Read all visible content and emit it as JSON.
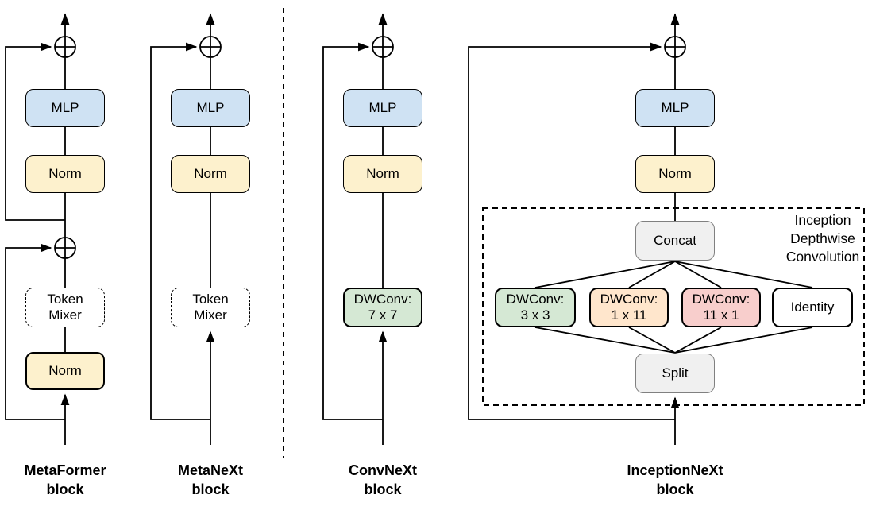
{
  "diagram": {
    "boxes": {
      "mlp": "MLP",
      "norm": "Norm",
      "token_mixer": {
        "line1": "Token",
        "line2": "Mixer"
      },
      "dwconv_7x7": {
        "line1": "DWConv:",
        "line2": "7 x 7"
      },
      "concat": "Concat",
      "split": "Split",
      "dwconv_3x3": {
        "line1": "DWConv:",
        "line2": "3 x 3"
      },
      "dwconv_1x11": {
        "line1": "DWConv:",
        "line2": "1 x 11"
      },
      "dwconv_11x1": {
        "line1": "DWConv:",
        "line2": "11 x 1"
      },
      "identity": "Identity"
    },
    "inception_group_label": {
      "line1": "Inception",
      "line2": "Depthwise",
      "line3": "Convolution"
    },
    "block_labels": [
      {
        "line1": "MetaFormer",
        "line2": "block"
      },
      {
        "line1": "MetaNeXt",
        "line2": "block"
      },
      {
        "line1": "ConvNeXt",
        "line2": "block"
      },
      {
        "line1": "InceptionNeXt",
        "line2": "block"
      }
    ],
    "colors": {
      "mlp_fill": "#cfe2f3",
      "norm_fill": "#fdf1cd",
      "green_fill": "#d5e8d4",
      "orange_fill": "#ffe6cc",
      "red_fill": "#f8cecc",
      "gray_fill": "#f0f0f0",
      "white_fill": "#ffffff",
      "line_color": "#000000",
      "gray_border": "#808080"
    }
  }
}
